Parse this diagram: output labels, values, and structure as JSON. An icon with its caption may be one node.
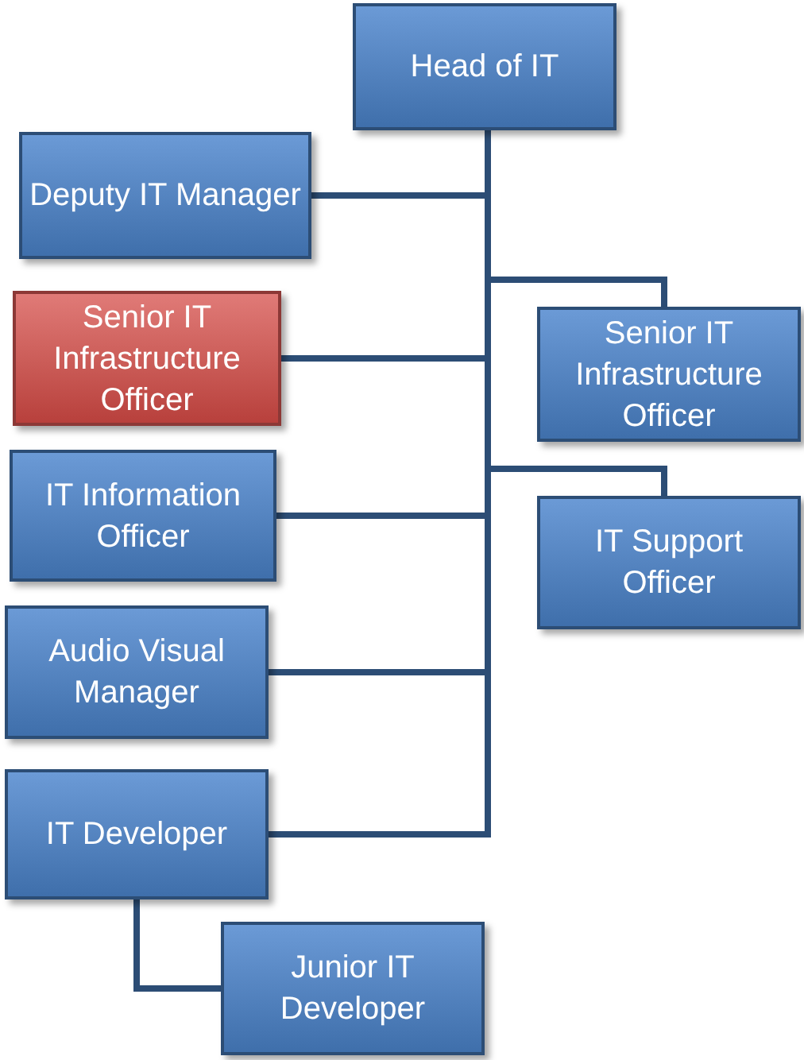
{
  "diagram": {
    "nodes": [
      {
        "text": [
          "Head of IT"
        ]
      },
      {
        "text": [
          "Deputy IT Manager"
        ]
      },
      {
        "text": [
          "Senior IT Infrastructure Officer"
        ]
      },
      {
        "text": [
          "Senior IT Infrastructure Officer"
        ]
      },
      {
        "text": [
          "IT Information Officer"
        ]
      },
      {
        "text": [
          "IT Support Officer"
        ]
      },
      {
        "text": [
          "Audio Visual Manager"
        ]
      },
      {
        "text": [
          "IT Developer"
        ]
      },
      {
        "text": [
          "Junior IT Developer"
        ]
      }
    ],
    "edges": [
      {
        "from": 0,
        "to": 1,
        "arrow": "none"
      },
      {
        "from": 0,
        "to": 2,
        "arrow": "none"
      },
      {
        "from": 0,
        "to": 3,
        "arrow": "none"
      },
      {
        "from": 0,
        "to": 4,
        "arrow": "none"
      },
      {
        "from": 0,
        "to": 5,
        "arrow": "none"
      },
      {
        "from": 0,
        "to": 6,
        "arrow": "none"
      },
      {
        "from": 0,
        "to": 7,
        "arrow": "none"
      },
      {
        "from": 7,
        "to": 8,
        "arrow": "none"
      }
    ]
  }
}
